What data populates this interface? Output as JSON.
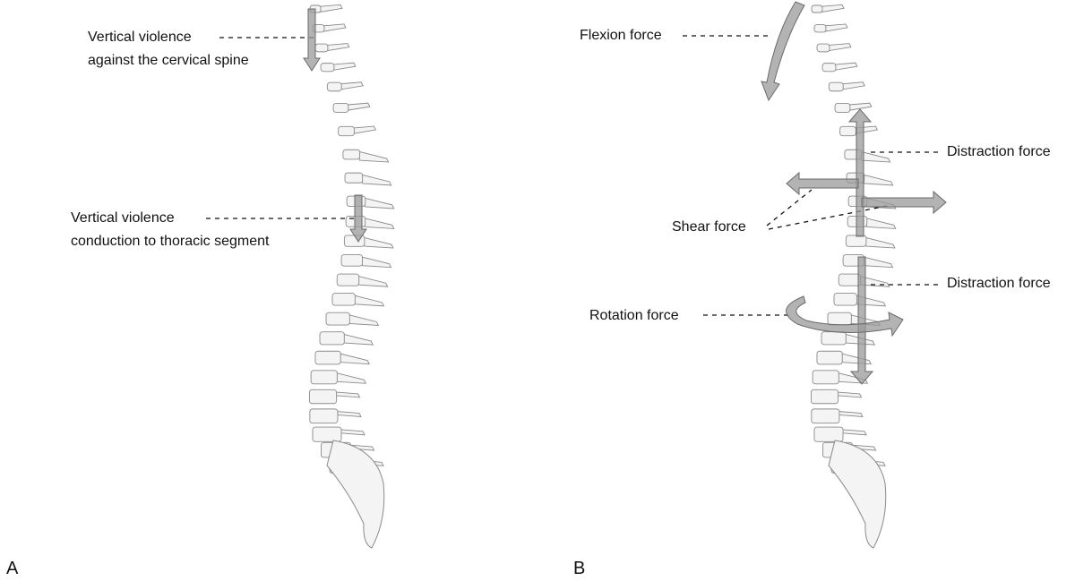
{
  "panels": {
    "a": {
      "letter": "A",
      "labels": {
        "cervical_line1": "Vertical violence",
        "cervical_line2": "against the cervical spine",
        "thoracic_line1": "Vertical violence",
        "thoracic_line2": "conduction to thoracic segment"
      }
    },
    "b": {
      "letter": "B",
      "labels": {
        "flexion": "Flexion force",
        "distraction_upper": "Distraction force",
        "shear": "Shear force",
        "distraction_lower": "Distraction force",
        "rotation": "Rotation force"
      }
    }
  },
  "colors": {
    "bone_fill": "#f4f4f4",
    "bone_stroke": "#8a8a8a",
    "arrow_fill": "#9a9a9a",
    "arrow_stroke": "#6a6a6a",
    "leader": "#111111"
  }
}
